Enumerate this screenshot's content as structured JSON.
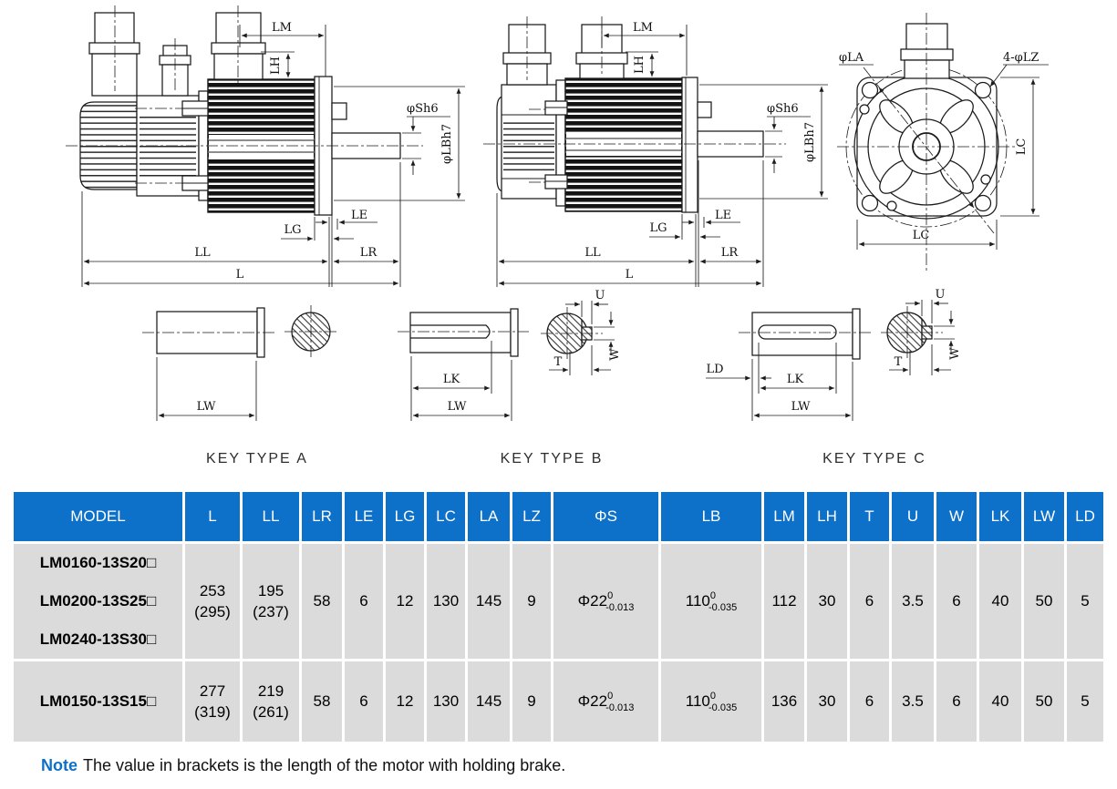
{
  "colors": {
    "header_bg": "#0D70C9",
    "header_text": "#FFFFFF",
    "cell_bg": "#DBDBDB",
    "note_accent": "#0D70C9",
    "line": "#1B1B1B"
  },
  "diagrams": {
    "side_brake": {
      "name": "Motor side view with brake",
      "lm": "LM",
      "lh": "LH",
      "sh6": "φSh6",
      "lbh7": "φLBh7",
      "lg": "LG",
      "le": "LE",
      "ll": "LL",
      "lr": "LR",
      "l": "L"
    },
    "side": {
      "name": "Motor side view",
      "lm": "LM",
      "lh": "LH",
      "sh6": "φSh6",
      "lbh7": "φLBh7",
      "lg": "LG",
      "le": "LE",
      "ll": "LL",
      "lr": "LR",
      "l": "L"
    },
    "front": {
      "name": "Motor front flange view",
      "la": "φLA",
      "lz": "4-φLZ",
      "lc_side": "LC",
      "lc_bottom": "LC"
    }
  },
  "keys": {
    "a": {
      "caption": "KEY TYPE A",
      "lw": "LW"
    },
    "b": {
      "caption": "KEY TYPE B",
      "lk": "LK",
      "lw": "LW",
      "u": "U",
      "w": "W",
      "t": "T"
    },
    "c": {
      "caption": "KEY TYPE C",
      "ld": "LD",
      "lk": "LK",
      "lw": "LW",
      "u": "U",
      "w": "W",
      "t": "T"
    }
  },
  "table": {
    "headers": [
      "MODEL",
      "L",
      "LL",
      "LR",
      "LE",
      "LG",
      "LC",
      "LA",
      "LZ",
      "ΦS",
      "LB",
      "LM",
      "LH",
      "T",
      "U",
      "W",
      "LK",
      "LW",
      "LD"
    ],
    "rows": [
      {
        "models": [
          "LM0160-13S20□",
          "LM0200-13S25□",
          "LM0240-13S30□"
        ],
        "L": "253",
        "L_brake": "(295)",
        "LL": "195",
        "LL_brake": "(237)",
        "LR": "58",
        "LE": "6",
        "LG": "12",
        "LC": "130",
        "LA": "145",
        "LZ": "9",
        "S_base": "Φ22",
        "S_sup": "0",
        "S_sub": "-0.013",
        "LB_base": "110",
        "LB_sup": "0",
        "LB_sub": "-0.035",
        "LM": "112",
        "LH": "30",
        "T": "6",
        "U": "3.5",
        "W": "6",
        "LK": "40",
        "LW": "50",
        "LD": "5"
      },
      {
        "models": [
          "LM0150-13S15□"
        ],
        "L": "277",
        "L_brake": "(319)",
        "LL": "219",
        "LL_brake": "(261)",
        "LR": "58",
        "LE": "6",
        "LG": "12",
        "LC": "130",
        "LA": "145",
        "LZ": "9",
        "S_base": "Φ22",
        "S_sup": "0",
        "S_sub": "-0.013",
        "LB_base": "110",
        "LB_sup": "0",
        "LB_sub": "-0.035",
        "LM": "136",
        "LH": "30",
        "T": "6",
        "U": "3.5",
        "W": "6",
        "LK": "40",
        "LW": "50",
        "LD": "5"
      }
    ]
  },
  "note": {
    "label": "Note",
    "text": "The value in brackets is the length of the motor with holding brake."
  }
}
